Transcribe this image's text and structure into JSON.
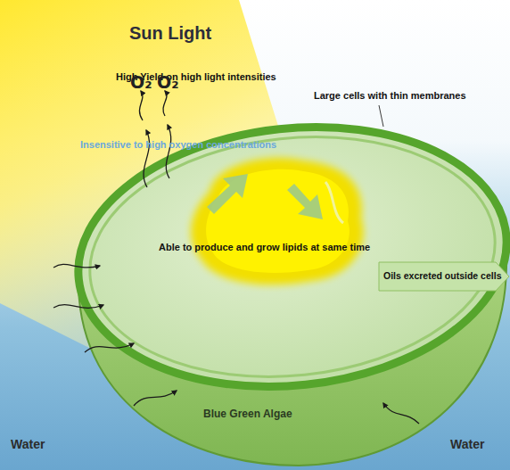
{
  "diagram": {
    "labels": [
      "Sun Light",
      "High Yield on high light intensities",
      "O₂",
      "O₂",
      "Insensitive to high oxygen concentrations",
      "Large cells with thin membranes",
      "Able to produce and grow lipids at same time",
      "Oils excreted outside cells",
      "Blue Green Algae",
      "Water",
      "Water"
    ]
  }
}
